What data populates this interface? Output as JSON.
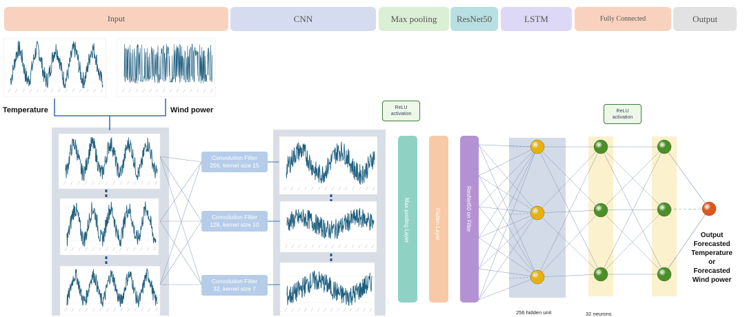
{
  "headers": [
    {
      "label": "Input",
      "color": "#f8d2bf"
    },
    {
      "label": "CNN",
      "color": "#d5dcf0"
    },
    {
      "label": "Max pooling",
      "color": "#dbeed6"
    },
    {
      "label": "ResNet50",
      "color": "#b8dfe1"
    },
    {
      "label": "LSTM",
      "color": "#dcd8f5"
    },
    {
      "label": "Fully Connected",
      "color": "#f8d2bf"
    },
    {
      "label": "Output",
      "color": "#e2e2e2"
    }
  ],
  "inputs": {
    "temperature_label": "Temperature",
    "wind_label": "Wind power"
  },
  "filters": [
    {
      "line1": "Convolution Filter",
      "line2": "256, kernel size 15"
    },
    {
      "line1": "Convolution Filter",
      "line2": "128, kernel size 10"
    },
    {
      "line1": "Convolution Filter",
      "line2": "32, kernel size 7"
    }
  ],
  "relu": {
    "label1": "ReLU activation",
    "label2": "ReLU activation"
  },
  "layers": {
    "maxpool": {
      "label": "Max pooling Layer",
      "color": "#8fd2c4"
    },
    "flatten": {
      "label": "Flatten Layer",
      "color": "#f8c9a6"
    },
    "resnet": {
      "label": "ResNet50 on Filter",
      "color": "#b492d2"
    }
  },
  "lstm_caption": "256 hidden unit",
  "fc_caption": "32 neurons",
  "output": {
    "line1": "Output",
    "line2": "Forecasted",
    "line3": "Temperature",
    "line4": "or",
    "line5": "Forecasted",
    "line6": "Wind power"
  },
  "colors": {
    "series": "#1f5f7f",
    "node_yellow": "#e8b00e",
    "node_green": "#4b8f2a",
    "node_output": "#e0561f",
    "connector": "#3f6db6"
  }
}
